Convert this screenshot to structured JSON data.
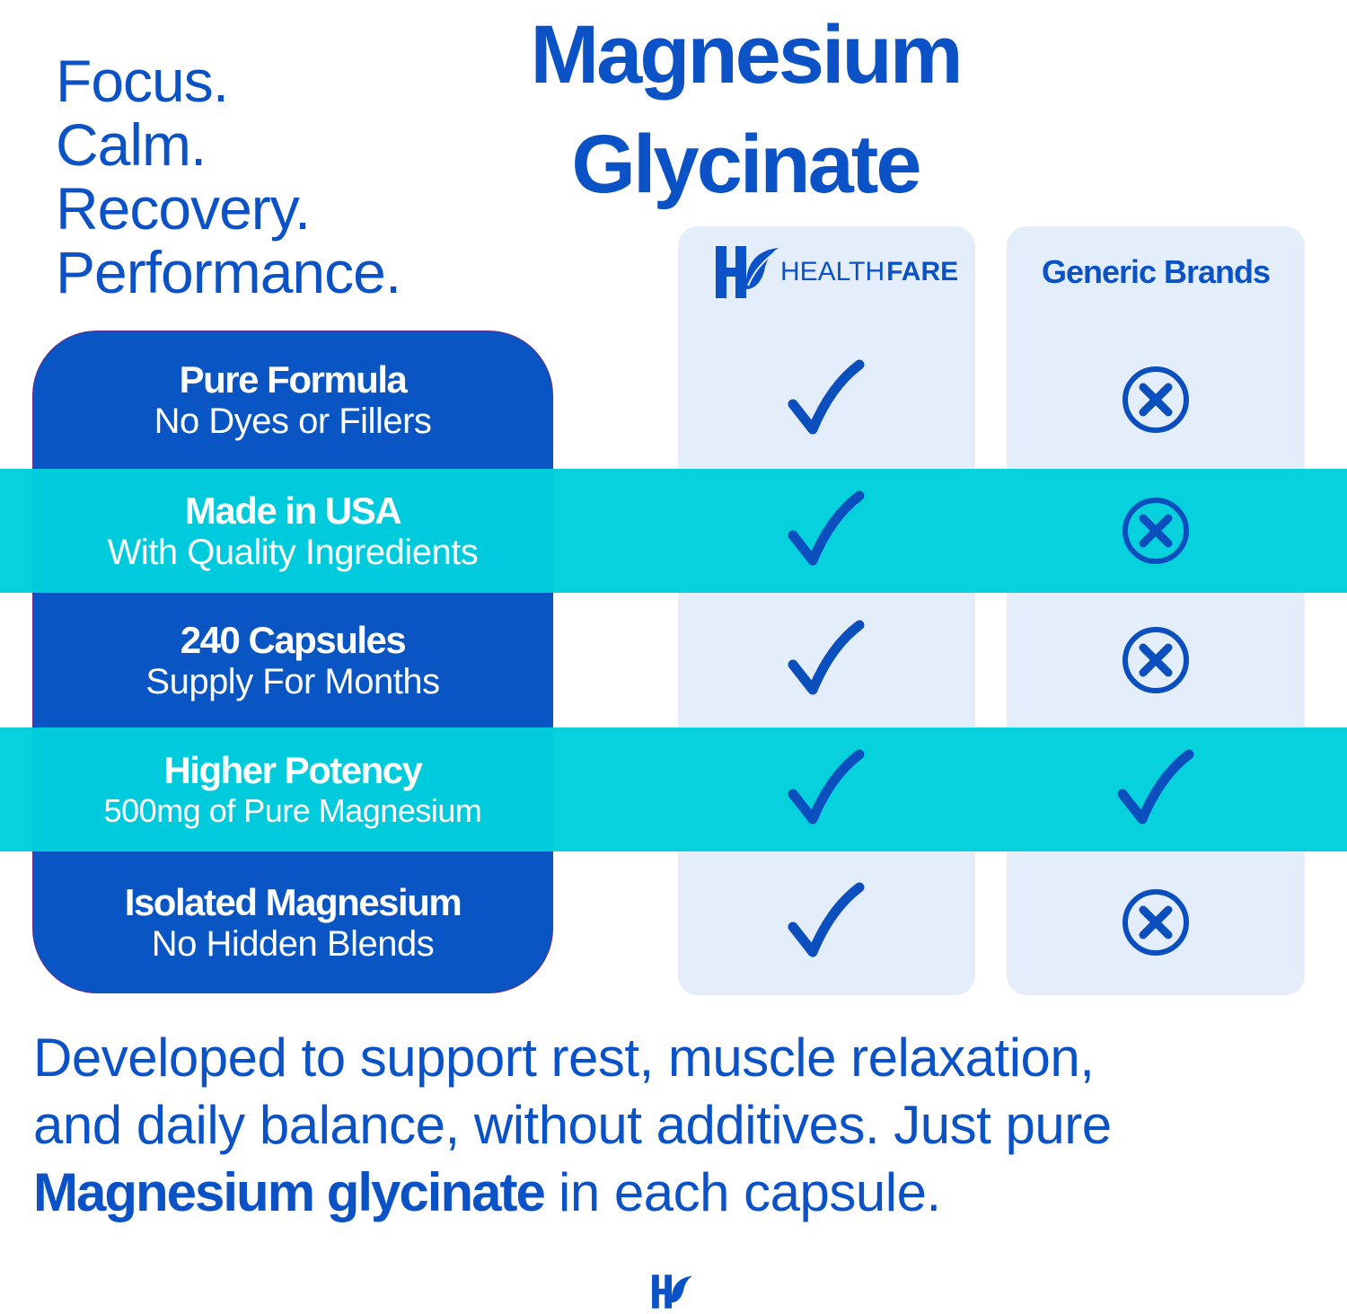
{
  "tagline": [
    "Focus.",
    "Calm.",
    "Recovery.",
    "Performance."
  ],
  "title": [
    "Magnesium",
    "Glycinate"
  ],
  "columns": {
    "brand_light": "HEALTH",
    "brand_bold": "FARE",
    "brand_full": "HEALTHFARE",
    "generic": "Generic Brands"
  },
  "rows": [
    {
      "title": "Pure Formula",
      "subtitle": "No Dyes or Fillers",
      "healthfare": "check",
      "generic": "x-circle"
    },
    {
      "title": "Made in USA",
      "subtitle": "With Quality Ingredients",
      "healthfare": "check",
      "generic": "x-circle"
    },
    {
      "title": "240 Capsules",
      "subtitle": "Supply For Months",
      "healthfare": "check",
      "generic": "x-circle"
    },
    {
      "title": "Higher Potency",
      "subtitle": "500mg of Pure Magnesium",
      "healthfare": "check",
      "generic": "check"
    },
    {
      "title": "Isolated Magnesium",
      "subtitle": "No Hidden Blends",
      "healthfare": "check",
      "generic": "x-circle"
    }
  ],
  "description": {
    "line1": "Developed to support rest, muscle relaxation,",
    "line2": "and daily balance, without additives. Just pure",
    "bold": "Magnesium glycinate",
    "tail": " in each capsule."
  },
  "colors": {
    "blue": "#0a55c4",
    "cyan": "#00cfdd",
    "text": "#0b52c6",
    "column": "#e4eefb"
  }
}
